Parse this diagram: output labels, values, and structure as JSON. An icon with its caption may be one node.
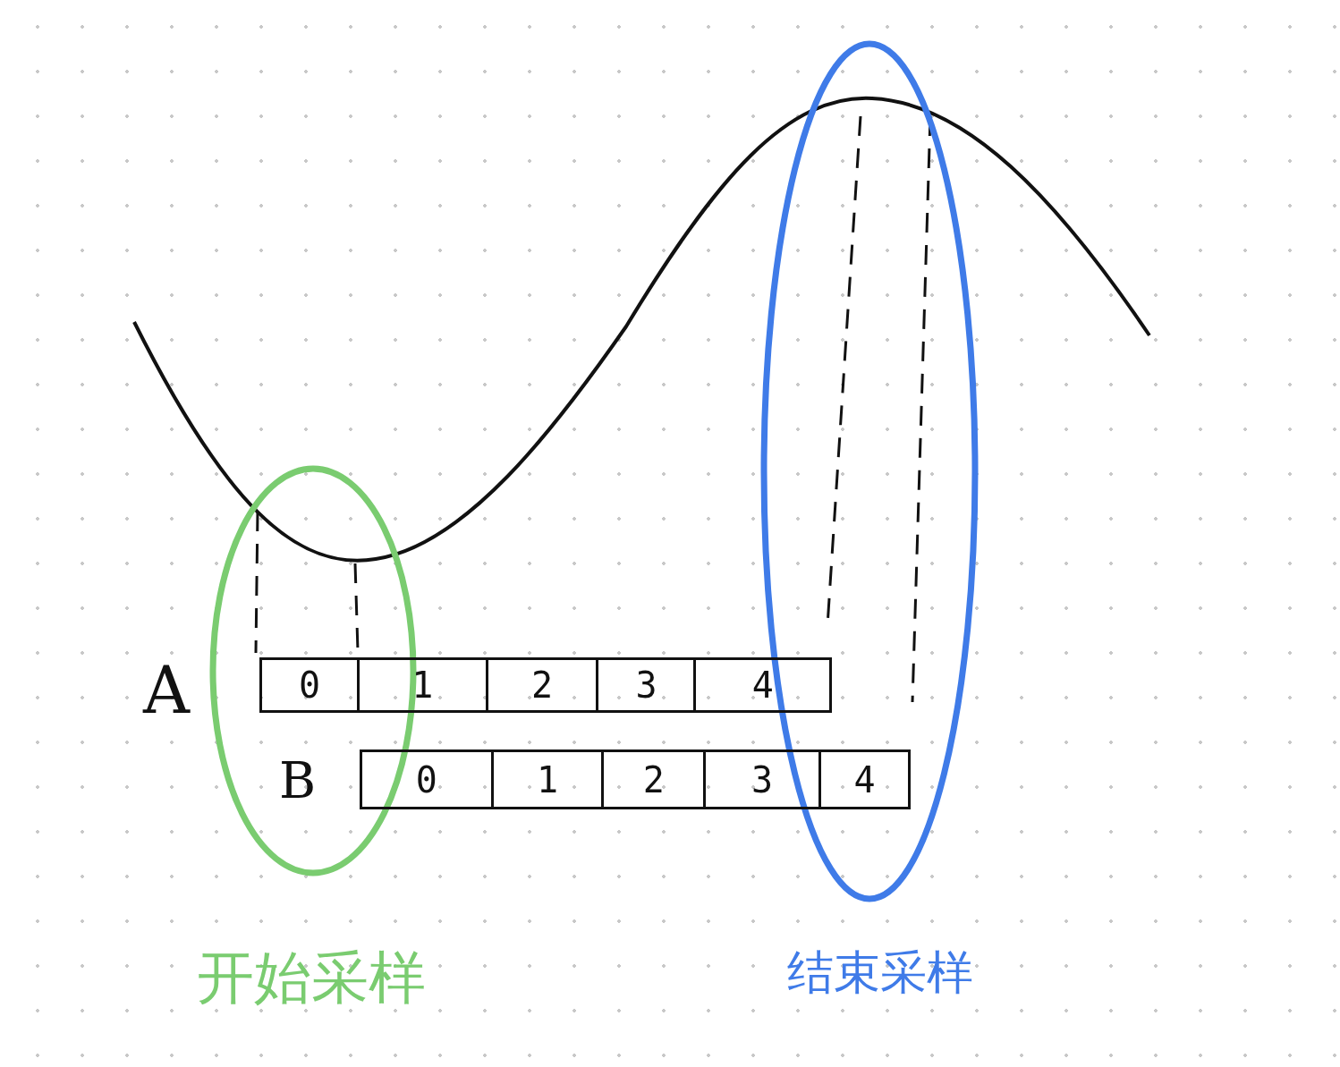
{
  "diagram": {
    "nodes": [
      {
        "text": [
          "A"
        ]
      },
      {
        "text": [
          "0"
        ],
        "in": 0
      },
      {
        "text": [
          "1"
        ],
        "in": 0
      },
      {
        "text": [
          "2"
        ],
        "in": 0
      },
      {
        "text": [
          "3"
        ],
        "in": 0
      },
      {
        "text": [
          "4"
        ],
        "in": 0
      },
      {
        "text": [
          "B"
        ]
      },
      {
        "text": [
          "0"
        ],
        "in": 6
      },
      {
        "text": [
          "1"
        ],
        "in": 6
      },
      {
        "text": [
          "2"
        ],
        "in": 6
      },
      {
        "text": [
          "3"
        ],
        "in": 6
      },
      {
        "text": [
          "4"
        ],
        "in": 6
      }
    ],
    "edges": [],
    "labels": [
      "开始采样",
      "结束采样"
    ]
  }
}
